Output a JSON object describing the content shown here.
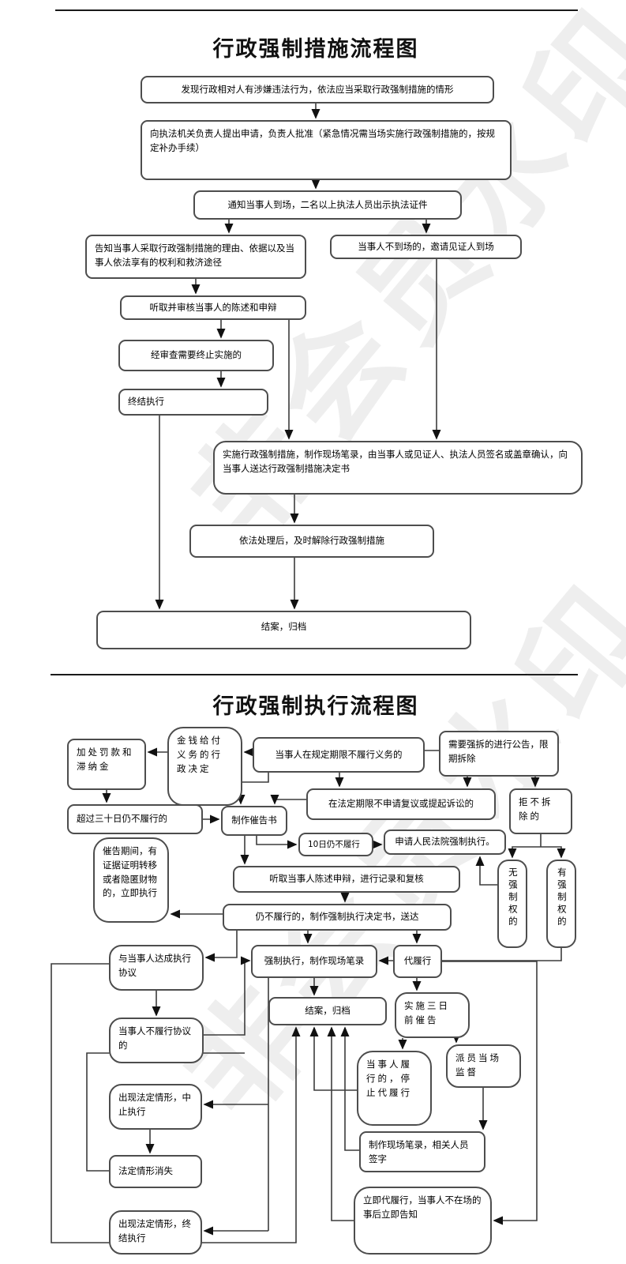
{
  "watermark": {
    "text": "非会员水印"
  },
  "chart1": {
    "title": "行政强制措施流程图",
    "nodes": {
      "n1": "发现行政相对人有涉嫌违法行为，依法应当采取行政强制措施的情形",
      "n2": "向执法机关负责人提出申请，负责人批准（紧急情况需当场实施行政强制措施的，按规定补办手续）",
      "n3": "通知当事人到场，二名以上执法人员出示执法证件",
      "n4": "告知当事人采取行政强制措施的理由、依据以及当事人依法享有的权利和救济途径",
      "n5": "当事人不到场的，邀请见证人到场",
      "n6": "听取并审核当事人的陈述和申辩",
      "n7": "经审查需要终止实施的",
      "n8": "终结执行",
      "n9": "实施行政强制措施，制作现场笔录，由当事人或见证人、执法人员签名或盖章确认，向当事人送达行政强制措施决定书",
      "n10": "依法处理后，及时解除行政强制措施",
      "n11": "结案，归档"
    }
  },
  "chart2": {
    "title": "行政强制执行流程图",
    "nodes": {
      "m1": "加处罚款和滞纳金",
      "m2": "金钱给付义务的行政决定",
      "m3": "当事人在规定期限不履行义务的",
      "m4": "需要强拆的进行公告，限期拆除",
      "m5": "超过三十日仍不履行的",
      "m6": "制作催告书",
      "m7": "在法定期限不申请复议或提起诉讼的",
      "m8": "拒不拆除的",
      "m9": "10日仍不履行",
      "m10": "申请人民法院强制执行。",
      "m11": "听取当事人陈述申辩，进行记录和复核",
      "m12": "仍不履行的，制作强制执行决定书，送达",
      "m13": "催告期间，有证据证明转移或者隐匿财物的，立即执行",
      "m14": "无强制权的",
      "m15": "有强制权的",
      "m16": "与当事人达成执行协议",
      "m17": "强制执行，制作现场笔录",
      "m18": "代履行",
      "m19": "结案，归档",
      "m20": "实施三日前催告",
      "m21": "当事人不履行协议的",
      "m22": "当事人履行的，停止代履行",
      "m23": "派员当场监督",
      "m24": "出现法定情形，中止执行",
      "m25": "法定情形消失",
      "m26": "制作现场笔录，相关人员签字",
      "m27": "出现法定情形，终结执行",
      "m28": "立即代履行，当事人不在场的事后立即告知"
    }
  }
}
